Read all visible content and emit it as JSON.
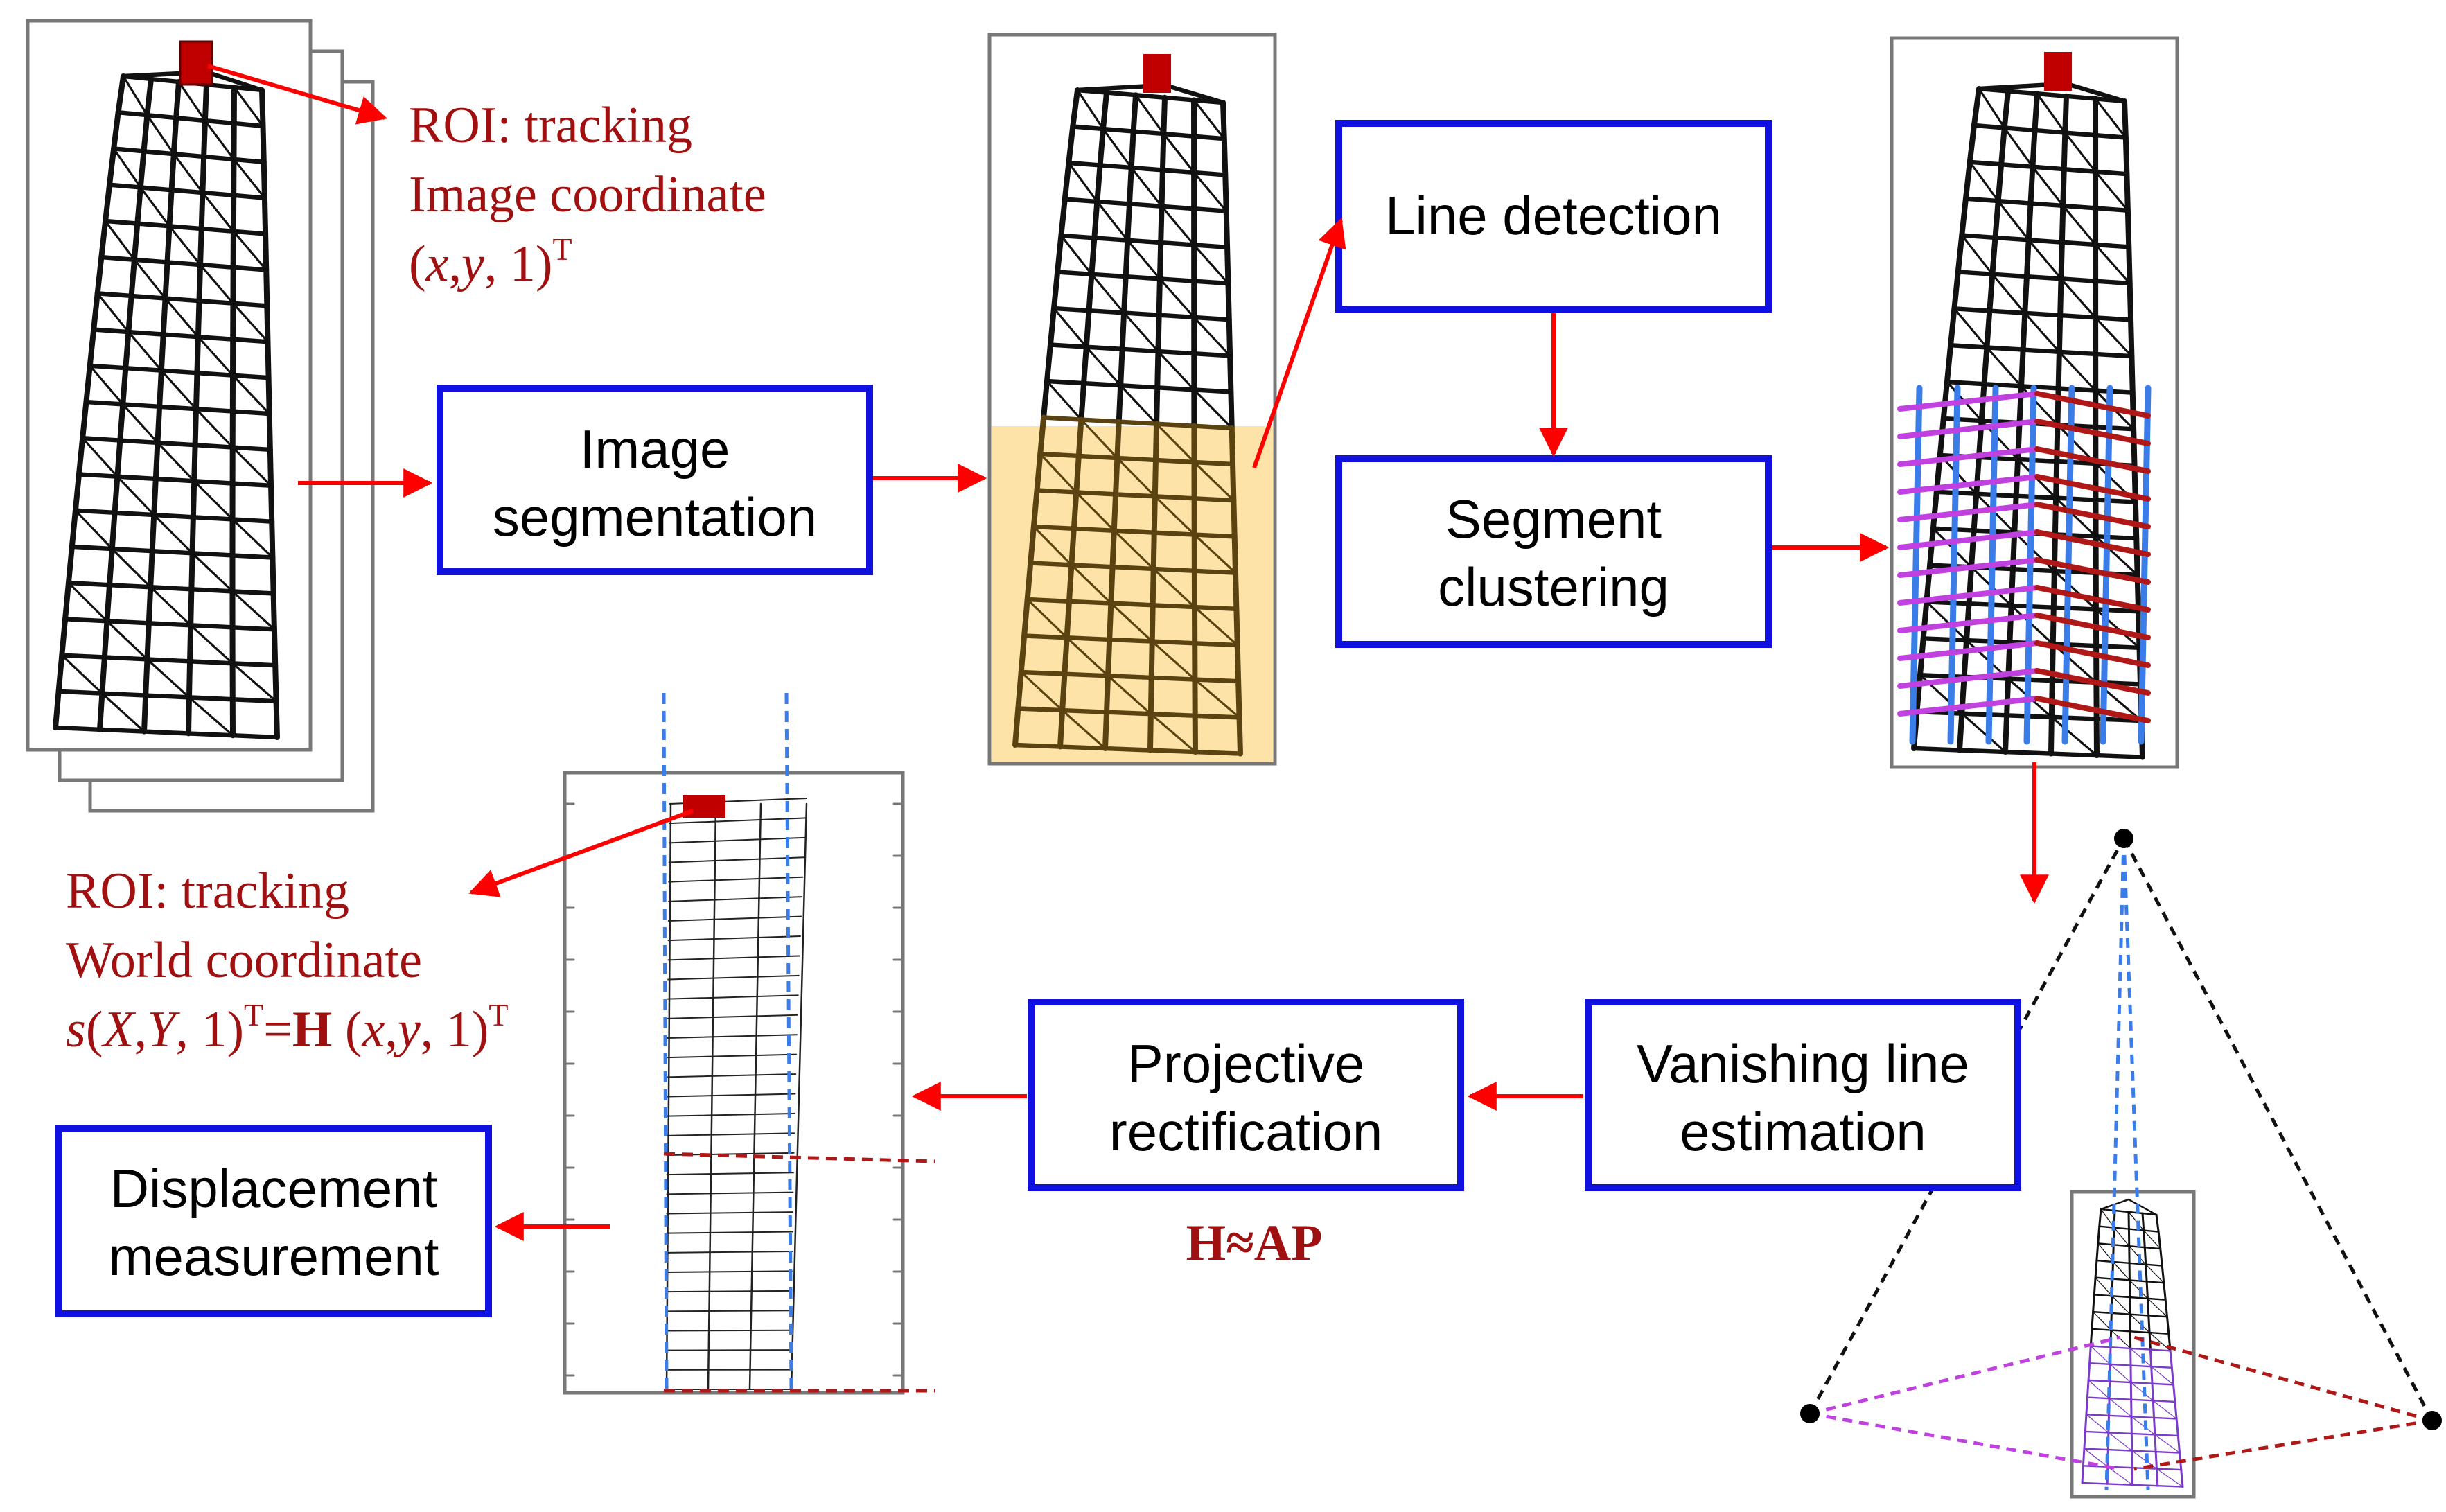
{
  "steps": {
    "segmentation": [
      "Image",
      "segmentation"
    ],
    "line_detection": [
      "Line detection"
    ],
    "clustering": [
      "Segment",
      "clustering"
    ],
    "vanishing": [
      "Vanishing line",
      "estimation"
    ],
    "rectification": [
      "Projective",
      "rectification"
    ],
    "displacement": [
      "Displacement",
      "measurement"
    ]
  },
  "roi_image": {
    "line1": "ROI: tracking",
    "line2": "Image coordinate",
    "formula": {
      "open": "(",
      "x": "x",
      "comma1": ",",
      "y": "y",
      "comma2": ",",
      "one": " 1)",
      "sup": "T"
    }
  },
  "roi_world": {
    "line1": "ROI: tracking",
    "line2": "World coordinate",
    "formula": {
      "s": "s",
      "open": "(",
      "X": "X",
      "comma1": ",",
      "Y": "Y",
      "comma2": ",",
      "one": " 1)",
      "sup1": "T",
      "eq": "=",
      "H": "H",
      "open2": " (",
      "x": "x",
      "comma3": ",",
      "y": "y",
      "comma4": ",",
      "one2": " 1)",
      "sup2": "T"
    }
  },
  "homography": "H≈AP",
  "colors": {
    "box_border": "#1010e0",
    "arrow": "#ff0000",
    "roi_text": "#a01010",
    "roi_patch": "#c00000",
    "segment_overlay": "#fde3a7",
    "cluster_vertical": "#3b7de8",
    "cluster_horizontal_a": "#c040e0",
    "cluster_horizontal_b": "#b01818"
  },
  "icons": {
    "tower": "lattice-tower-illustration",
    "vanishing_points": "vanishing-point-dots"
  }
}
